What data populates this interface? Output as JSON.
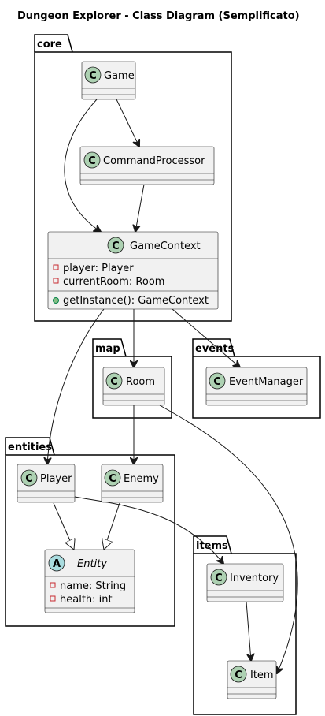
{
  "title": "Dungeon Explorer - Class Diagram (Semplificato)",
  "packages": {
    "core": "core",
    "map": "map",
    "events": "events",
    "entities": "entities",
    "items": "items"
  },
  "classes": {
    "game": {
      "name": "Game",
      "stereotype": "C"
    },
    "command_processor": {
      "name": "CommandProcessor",
      "stereotype": "C"
    },
    "game_context": {
      "name": "GameContext",
      "stereotype": "C",
      "fields": [
        "player: Player",
        "currentRoom: Room"
      ],
      "methods": [
        "getInstance(): GameContext"
      ]
    },
    "room": {
      "name": "Room",
      "stereotype": "C"
    },
    "event_manager": {
      "name": "EventManager",
      "stereotype": "C"
    },
    "player": {
      "name": "Player",
      "stereotype": "C"
    },
    "enemy": {
      "name": "Enemy",
      "stereotype": "C"
    },
    "entity": {
      "name": "Entity",
      "stereotype": "A",
      "fields": [
        "name: String",
        "health: int"
      ]
    },
    "inventory": {
      "name": "Inventory",
      "stereotype": "C"
    },
    "item": {
      "name": "Item",
      "stereotype": "C"
    }
  },
  "colors": {
    "class_fill": "#f1f1f1",
    "class_circle": "#add1b2",
    "abstract_circle": "#a9dcdf",
    "private_marker": "#c82930",
    "public_marker": "#84be84"
  }
}
